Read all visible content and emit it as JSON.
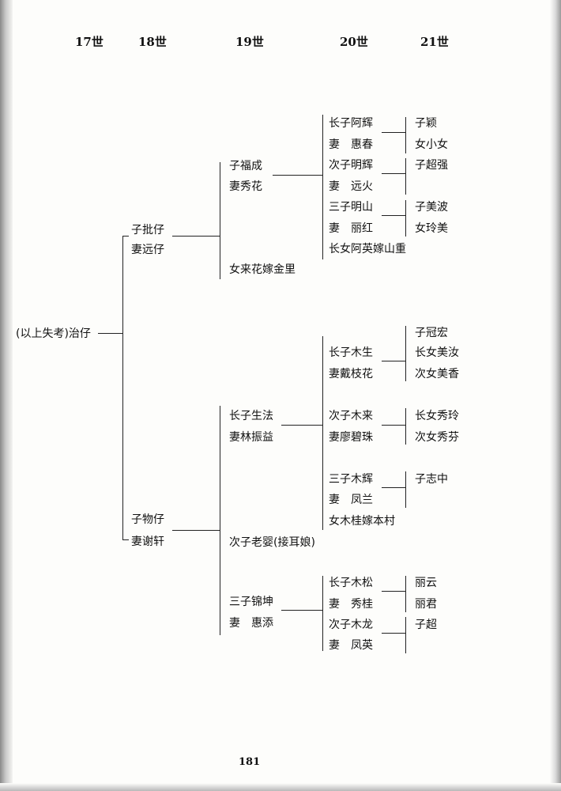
{
  "generations": [
    "17世",
    "18世",
    "19世",
    "20世",
    "21世"
  ],
  "root": "(以上失考)治仔",
  "gen18": {
    "pizai": "子批仔",
    "pizai_wife": "妻远仔",
    "wuzai": "子物仔",
    "wuzai_wife": "妻谢轩"
  },
  "gen19": {
    "fucheng": "子福成",
    "fucheng_wife": "妻秀花",
    "laihua": "女来花嫁金里",
    "shengfa": "长子生法",
    "shengfa_wife": "妻林振益",
    "laoying": "次子老婴(接耳娘)",
    "jinkun": "三子锦坤",
    "jinkun_wife": "妻　惠添"
  },
  "gen20": {
    "ahui": "长子阿辉",
    "ahui_wife": "妻　惠春",
    "minghui": "次子明辉",
    "minghui_wife": "妻　远火",
    "mingshan": "三子明山",
    "mingshan_wife": "妻　丽红",
    "aying": "长女阿英嫁山重",
    "musheng": "长子木生",
    "musheng_wife": "妻戴枝花",
    "mulai": "次子木来",
    "mulai_wife": "妻廖碧珠",
    "muhui": "三子木辉",
    "muhui_wife": "妻　凤兰",
    "mugui": "女木桂嫁本村",
    "musong": "长子木松",
    "musong_wife": "妻　秀桂",
    "mulong": "次子木龙",
    "mulong_wife": "妻　凤英"
  },
  "gen21": {
    "ziying": "子颖",
    "nvxiaonv": "女小女",
    "chaoqiang": "子超强",
    "meibo": "子美波",
    "lingmei": "女玲美",
    "guanhong": "子冠宏",
    "meiru": "长女美汝",
    "meixiang": "次女美香",
    "xiuling": "长女秀玲",
    "xiufen": "次女秀芬",
    "zhizhong": "子志中",
    "liyun": "丽云",
    "lijun": "丽君",
    "zichao": "子超"
  },
  "page_number": "181"
}
